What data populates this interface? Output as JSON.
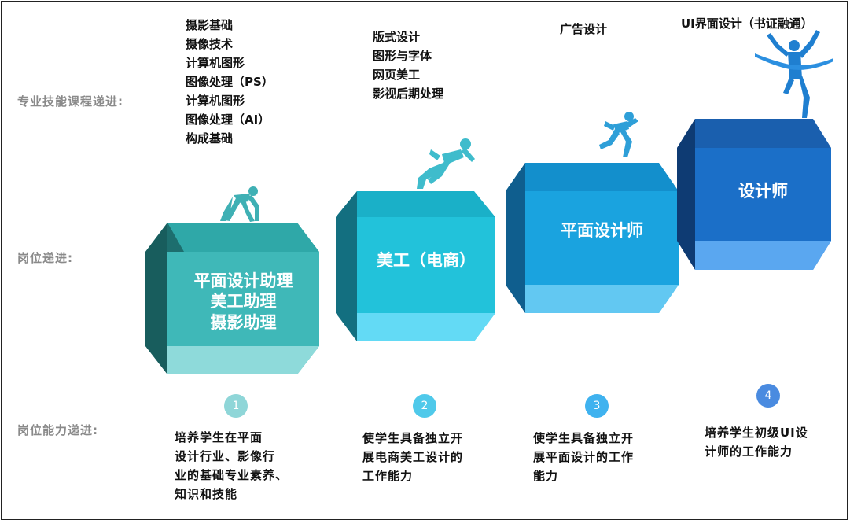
{
  "row_labels": {
    "courses": "专业技能课程递进:",
    "positions": "岗位递进:",
    "abilities": "岗位能力递进:"
  },
  "steps": [
    {
      "courses": [
        "摄影基础",
        "摄像技术",
        "计算机图形",
        "图像处理（PS）",
        "计算机图形",
        "图像处理（AI）",
        "构成基础"
      ],
      "position_lines": [
        "平面设计助理",
        "美工助理",
        "摄影助理"
      ],
      "number": "1",
      "ability_lines": [
        "培养学生在平面",
        "设计行业、影像行",
        "业的基础专业素养、",
        "知识和技能"
      ]
    },
    {
      "courses": [
        "版式设计",
        "图形与字体",
        "网页美工",
        "影视后期处理"
      ],
      "position_lines": [
        "美工（电商）"
      ],
      "number": "2",
      "ability_lines": [
        "使学生具备独立开",
        "展电商美工设计的",
        "工作能力"
      ]
    },
    {
      "courses": [
        "广告设计"
      ],
      "position_lines": [
        "平面设计师"
      ],
      "number": "3",
      "ability_lines": [
        "使学生具备独立开",
        "展平面设计的工作",
        "能力"
      ]
    },
    {
      "courses": [
        "UI界面设计（书证融通）"
      ],
      "position_lines": [
        "设计师"
      ],
      "number": "4",
      "ability_lines": [
        "培养学生初级UI设",
        "计师的工作能力"
      ]
    }
  ],
  "colors": {
    "box1": "#3fb8b8",
    "box2": "#22c2da",
    "box3": "#1aa3df",
    "box4": "#1b6fc8",
    "num1": "#8fd6d8",
    "num2": "#4fc9ea",
    "num3": "#3fb2ef",
    "num4": "#4a8be0",
    "label_gray": "#8a8a8a"
  }
}
